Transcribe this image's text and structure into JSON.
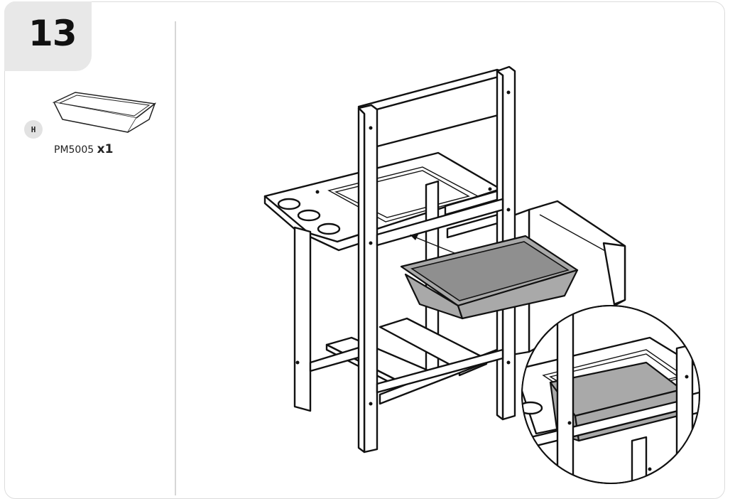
{
  "step": {
    "number": "13"
  },
  "parts": [
    {
      "letter": "H",
      "code": "PM5005",
      "quantity": "x1",
      "icon": "tray-icon"
    }
  ],
  "colors": {
    "tray": "#a9a9a9",
    "panel": "#e8e8e8",
    "line": "#111111"
  }
}
